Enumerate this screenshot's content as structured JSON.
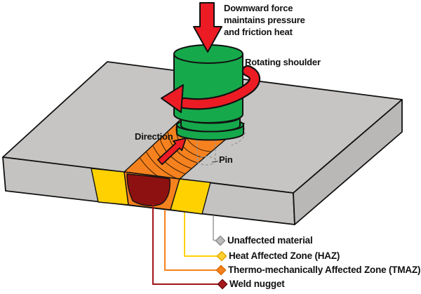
{
  "figure": {
    "type": "diagram",
    "subject": "Friction stir welding (FSW) schematic"
  },
  "annotations": {
    "downward_force": "Downward force\nmaintains pressure\nand friction heat",
    "rotating_shoulder": "Rotating shoulder",
    "direction": "Direction",
    "pin": "Pin"
  },
  "legend": [
    {
      "label": "Unaffected material",
      "swatch": "#bcbcbc",
      "line_color": "#b3b3b3"
    },
    {
      "label": "Heat Affected Zone (HAZ)",
      "swatch": "#ffd130",
      "line_color": "#ffd101"
    },
    {
      "label": "Thermo-mechanically Affected Zone (TMAZ)",
      "swatch": "#f6821f",
      "line_color": "#f6821f"
    },
    {
      "label": "Weld nugget",
      "swatch": "#a8191d",
      "line_color": "#a01418"
    }
  ],
  "colors": {
    "tool_green": "#16a94c",
    "arrow_red": "#ed1c24",
    "haz_yellow": "#ffd100",
    "tmaz_orange": "#f6821f",
    "nugget_dark_red": "#8e1111",
    "plate_gray_top": "#c6c5c4",
    "plate_gray_front": "#c4c3c2",
    "plate_gray_side": "#b9b8b7"
  }
}
